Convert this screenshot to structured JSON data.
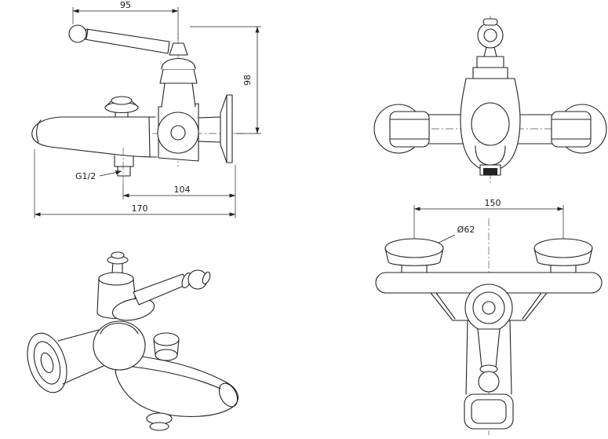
{
  "drawing": {
    "background": "#ffffff",
    "line_color": "#222222",
    "subject": "wall-mounted bath mixer faucet technical drawing"
  },
  "dims": {
    "side": {
      "top_width": "95",
      "height": "98",
      "thread": "G1/2",
      "outlet_to_wall": "104",
      "spout_reach": "170"
    },
    "top": {
      "hole_distance": "150",
      "flange_diameter": "Ø62"
    }
  }
}
